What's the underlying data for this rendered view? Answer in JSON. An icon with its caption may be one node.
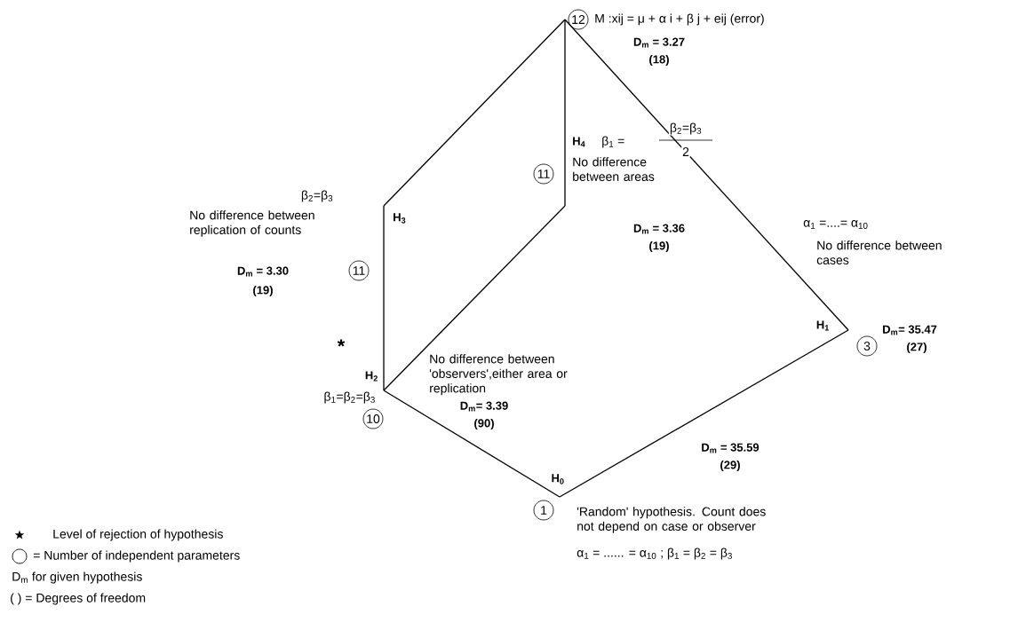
{
  "diagram": {
    "nodes": [
      {
        "text": [
          "12",
          "M :xij = μ + α i + β j + eij (error)",
          "D$_{m}$ = 3.27",
          "(18)"
        ]
      },
      {
        "text": [
          "H$_{4}$",
          "11",
          "No difference between areas"
        ]
      },
      {
        "text": [
          "β$_{2}$=β$_{3}$",
          "H$_{3}$",
          "No difference between replication of counts",
          "11"
        ]
      },
      {
        "text": [
          "No difference between cases",
          "H$_{1}$",
          "3",
          "D$_{m}$= 35.47",
          "(27)"
        ]
      },
      {
        "text": [
          "H$_{2}$",
          "β$_{1}$=β$_{2}$=β$_{3}$",
          "No difference between 'observers',either area or replication",
          "10"
        ]
      },
      {
        "text": [
          "H$_{0}$",
          "1",
          "'Random' hypothesis. Count does not depend on case or observer",
          "α$_{1}$ = ...... = α$_{10}$ ; β$_{1}$ = β$_{2}$ = β$_{3}$"
        ]
      }
    ],
    "edges": [
      {
        "from": 0,
        "to": 2,
        "arrow": "none"
      },
      {
        "from": 2,
        "to": 4,
        "arrow": "none"
      },
      {
        "from": 0,
        "to": 1,
        "arrow": "none"
      },
      {
        "from": 1,
        "to": 4,
        "arrow": "none"
      },
      {
        "from": 0,
        "to": 3,
        "arrow": "none"
      },
      {
        "from": 3,
        "to": 5,
        "arrow": "none"
      },
      {
        "from": 4,
        "to": 5,
        "arrow": "none"
      }
    ],
    "labels": [
      "β$_{2}$=β$_{3}$",
      "β$_{1}$ =",
      "2",
      "α$_{1}$ =....= α$_{10}$",
      "D$_{m}$ = 3.36",
      "(19)",
      "D$_{m}$ = 3.30",
      "(19)",
      "*",
      "D$_{m}$= 3.39",
      "(90)",
      "D$_{m}$ = 35.59",
      "(29)"
    ],
    "legend": [
      {
        "text": "Level of rejection of hypothesis"
      },
      {
        "text": "= Number of independent parameters"
      },
      {
        "text": "D$_{m}$  for given hypothesis"
      },
      {
        "text": "(   ) = Degrees of freedom"
      }
    ]
  }
}
